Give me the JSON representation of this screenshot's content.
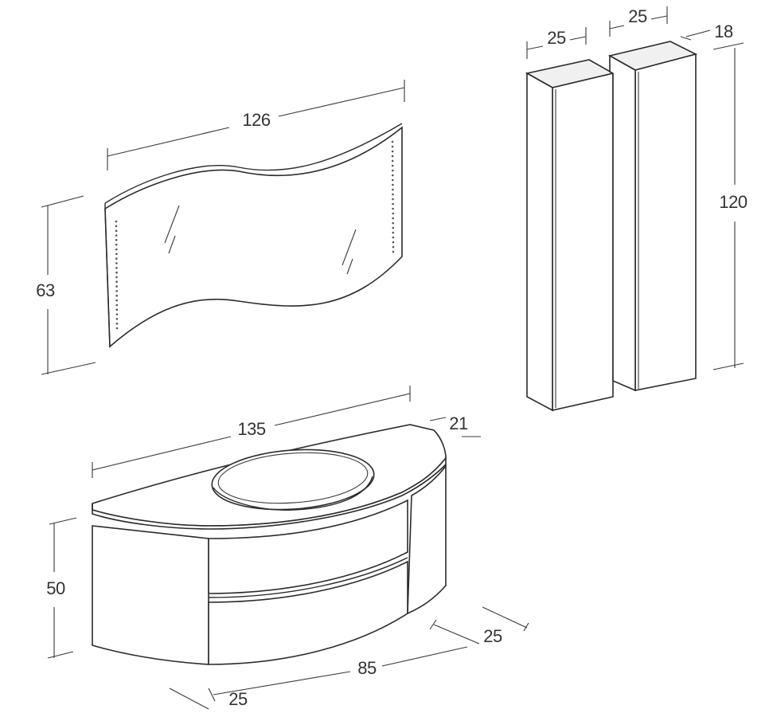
{
  "dimensions": {
    "mirror_width": "126",
    "mirror_height": "63",
    "column_left_width": "25",
    "column_right_width": "25",
    "column_depth": "18",
    "column_height": "120",
    "vanity_width": "135",
    "vanity_top_depth": "21",
    "vanity_height": "50",
    "vanity_front": "85",
    "vanity_side_left": "25",
    "vanity_side_right": "25"
  },
  "colors": {
    "line": "#2b2b2b",
    "text": "#333333",
    "background": "#ffffff"
  }
}
